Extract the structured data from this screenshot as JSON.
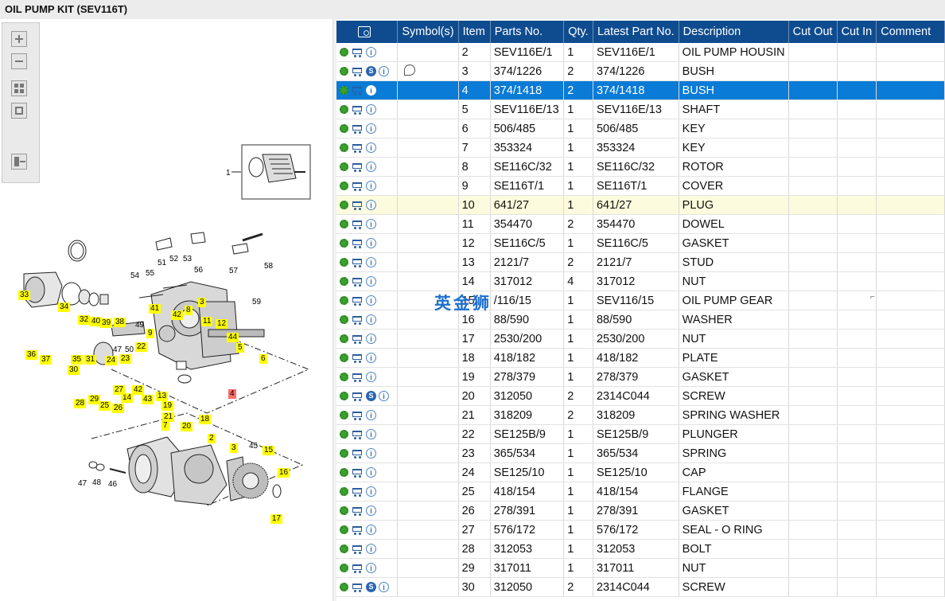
{
  "window": {
    "title": "OIL PUMP KIT (SEV116T)"
  },
  "toolbar": {
    "buttons": [
      "zoom-in",
      "zoom-out",
      "fit-page",
      "actual-size",
      "export"
    ]
  },
  "diagram": {
    "callouts": [
      "1",
      "2",
      "3",
      "4",
      "5",
      "6",
      "7",
      "8",
      "9",
      "11",
      "12",
      "13",
      "14",
      "15",
      "16",
      "17",
      "18",
      "19",
      "20",
      "21",
      "22",
      "23",
      "24",
      "25",
      "26",
      "27",
      "28",
      "29",
      "30",
      "31",
      "32",
      "33",
      "34",
      "35",
      "36",
      "37",
      "38",
      "39",
      "40",
      "41",
      "42",
      "43",
      "44",
      "45",
      "46",
      "47",
      "48",
      "49",
      "50",
      "51",
      "52",
      "53",
      "54",
      "55",
      "56",
      "57",
      "58",
      "59"
    ],
    "highlighted": "4"
  },
  "table": {
    "columns": [
      "",
      "Symbol(s)",
      "Item",
      "Parts No.",
      "Qty.",
      "Latest Part No.",
      "Description",
      "Cut Out",
      "Cut In",
      "Comment"
    ],
    "rows": [
      {
        "item": "2",
        "parts_no": "SEV116E/1",
        "qty": "1",
        "latest": "SEV116E/1",
        "desc": "OIL PUMP HOUSIN",
        "s": false,
        "symbol": false
      },
      {
        "item": "3",
        "parts_no": "374/1226",
        "qty": "2",
        "latest": "374/1226",
        "desc": "BUSH",
        "s": true,
        "symbol": true
      },
      {
        "item": "4",
        "parts_no": "374/1418",
        "qty": "2",
        "latest": "374/1418",
        "desc": "BUSH",
        "s": false,
        "symbol": false,
        "state": "selected"
      },
      {
        "item": "5",
        "parts_no": "SEV116E/13",
        "qty": "1",
        "latest": "SEV116E/13",
        "desc": "SHAFT",
        "s": false,
        "symbol": false
      },
      {
        "item": "6",
        "parts_no": "506/485",
        "qty": "1",
        "latest": "506/485",
        "desc": "KEY",
        "s": false,
        "symbol": false
      },
      {
        "item": "7",
        "parts_no": "353324",
        "qty": "1",
        "latest": "353324",
        "desc": "KEY",
        "s": false,
        "symbol": false
      },
      {
        "item": "8",
        "parts_no": "SE116C/32",
        "qty": "1",
        "latest": "SE116C/32",
        "desc": "ROTOR",
        "s": false,
        "symbol": false
      },
      {
        "item": "9",
        "parts_no": "SE116T/1",
        "qty": "1",
        "latest": "SE116T/1",
        "desc": "COVER",
        "s": false,
        "symbol": false
      },
      {
        "item": "10",
        "parts_no": "641/27",
        "qty": "1",
        "latest": "641/27",
        "desc": "PLUG",
        "s": false,
        "symbol": false,
        "state": "hl"
      },
      {
        "item": "11",
        "parts_no": "354470",
        "qty": "2",
        "latest": "354470",
        "desc": "DOWEL",
        "s": false,
        "symbol": false
      },
      {
        "item": "12",
        "parts_no": "SE116C/5",
        "qty": "1",
        "latest": "SE116C/5",
        "desc": "GASKET",
        "s": false,
        "symbol": false
      },
      {
        "item": "13",
        "parts_no": "2121/7",
        "qty": "2",
        "latest": "2121/7",
        "desc": "STUD",
        "s": false,
        "symbol": false
      },
      {
        "item": "14",
        "parts_no": "317012",
        "qty": "4",
        "latest": "317012",
        "desc": "NUT",
        "s": false,
        "symbol": false
      },
      {
        "item": "15",
        "parts_no": "/116/15",
        "qty": "1",
        "latest": "SEV116/15",
        "desc": "OIL PUMP GEAR",
        "s": false,
        "symbol": false
      },
      {
        "item": "16",
        "parts_no": "88/590",
        "qty": "1",
        "latest": "88/590",
        "desc": "WASHER",
        "s": false,
        "symbol": false
      },
      {
        "item": "17",
        "parts_no": "2530/200",
        "qty": "1",
        "latest": "2530/200",
        "desc": "NUT",
        "s": false,
        "symbol": false
      },
      {
        "item": "18",
        "parts_no": "418/182",
        "qty": "1",
        "latest": "418/182",
        "desc": "PLATE",
        "s": false,
        "symbol": false
      },
      {
        "item": "19",
        "parts_no": "278/379",
        "qty": "1",
        "latest": "278/379",
        "desc": "GASKET",
        "s": false,
        "symbol": false
      },
      {
        "item": "20",
        "parts_no": "312050",
        "qty": "2",
        "latest": "2314C044",
        "desc": "SCREW",
        "s": true,
        "symbol": false
      },
      {
        "item": "21",
        "parts_no": "318209",
        "qty": "2",
        "latest": "318209",
        "desc": "SPRING WASHER",
        "s": false,
        "symbol": false
      },
      {
        "item": "22",
        "parts_no": "SE125B/9",
        "qty": "1",
        "latest": "SE125B/9",
        "desc": "PLUNGER",
        "s": false,
        "symbol": false
      },
      {
        "item": "23",
        "parts_no": "365/534",
        "qty": "1",
        "latest": "365/534",
        "desc": "SPRING",
        "s": false,
        "symbol": false
      },
      {
        "item": "24",
        "parts_no": "SE125/10",
        "qty": "1",
        "latest": "SE125/10",
        "desc": "CAP",
        "s": false,
        "symbol": false
      },
      {
        "item": "25",
        "parts_no": "418/154",
        "qty": "1",
        "latest": "418/154",
        "desc": "FLANGE",
        "s": false,
        "symbol": false
      },
      {
        "item": "26",
        "parts_no": "278/391",
        "qty": "1",
        "latest": "278/391",
        "desc": "GASKET",
        "s": false,
        "symbol": false
      },
      {
        "item": "27",
        "parts_no": "576/172",
        "qty": "1",
        "latest": "576/172",
        "desc": "SEAL - O RING",
        "s": false,
        "symbol": false
      },
      {
        "item": "28",
        "parts_no": "312053",
        "qty": "1",
        "latest": "312053",
        "desc": "BOLT",
        "s": false,
        "symbol": false
      },
      {
        "item": "29",
        "parts_no": "317011",
        "qty": "1",
        "latest": "317011",
        "desc": "NUT",
        "s": false,
        "symbol": false
      },
      {
        "item": "30",
        "parts_no": "312050",
        "qty": "2",
        "latest": "2314C044",
        "desc": "SCREW",
        "s": true,
        "symbol": false
      }
    ]
  },
  "watermark": "英金狮",
  "colors": {
    "header_bg": "#0f4c8f",
    "selected_row": "#0a7bd6",
    "highlight_row": "#fdfbdd",
    "callout_bg": "#ffff00",
    "callout_active": "#ff6b6b"
  }
}
